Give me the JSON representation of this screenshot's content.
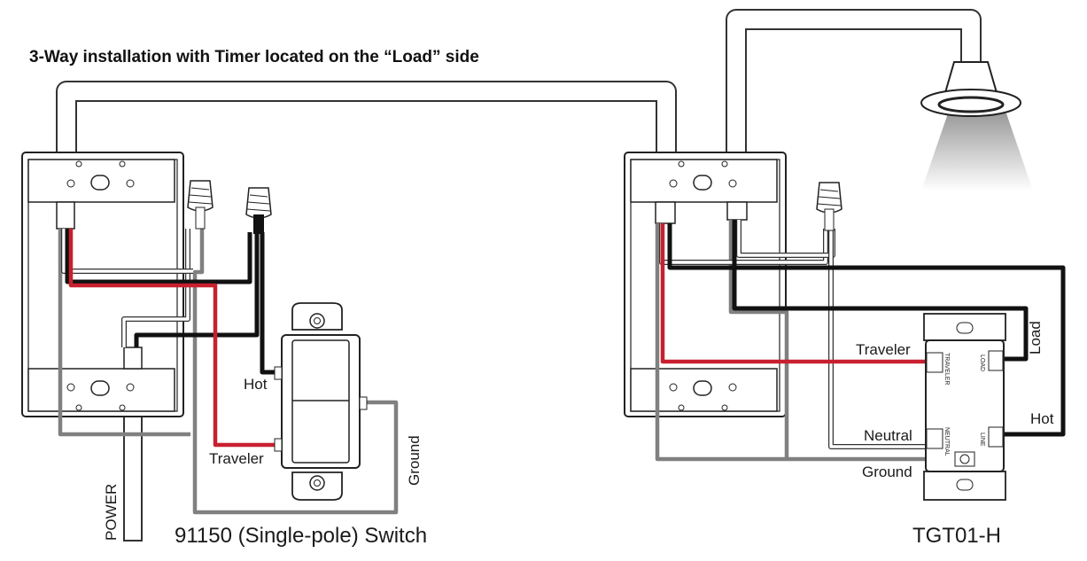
{
  "title": "3-Way installation with Timer located on the “Load” side",
  "left_switch": {
    "name": "91150 (Single-pole) Switch",
    "terminal_hot": "Hot",
    "terminal_traveler": "Traveler",
    "ground": "Ground",
    "power": "POWER"
  },
  "timer": {
    "name": "TGT01-H",
    "terminal_traveler": "Traveler",
    "terminal_neutral": "Neutral",
    "terminal_ground": "Ground",
    "terminal_load": "Load",
    "terminal_hot": "Hot",
    "face_traveler": "TRAVELER",
    "face_load": "LOAD",
    "face_neutral": "NEUTRAL",
    "face_line": "LINE"
  },
  "colors": {
    "hot": "#111111",
    "traveler": "#c8202f",
    "ground": "#808080",
    "neutral": "#ffffff"
  },
  "icons": [
    "wire-nut-icon",
    "light-fixture-icon",
    "screw-terminal-icon"
  ]
}
